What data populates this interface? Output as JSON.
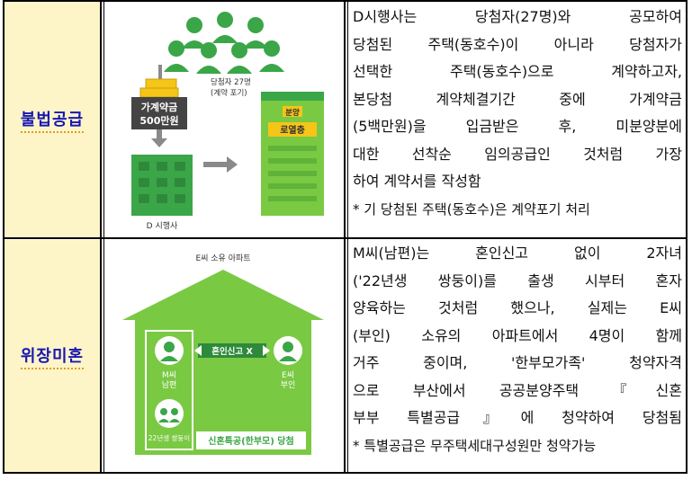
{
  "rows": [
    {
      "category": "불법공급",
      "illustration": {
        "winners_label": "당첨자 27명",
        "winners_sub": "(계약 포기)",
        "money_label_1": "가계약금",
        "money_label_2": "500만원",
        "building_label": "D 시행사",
        "sale_badge": "분양",
        "floor_badge": "로열층"
      },
      "lines": [
        "D시행사는 당첨자(27명)와 공모하여",
        "당첨된 주택(동호수)이 아니라 당첨자가",
        "선택한 주택(동호수)으로 계약하고자,",
        "본당첨 계약체결기간 중에 가계약금",
        "(5백만원)을 입금받은 후, 미분양분에",
        "대한 선착순 임의공급인 것처럼 가장",
        "하여 계약서를 작성함"
      ],
      "note": "* 기 당첨된 주택(동호수)은 계약포기 처리"
    },
    {
      "category": "위장미혼",
      "illustration": {
        "house_label": "E씨 소유 아파트",
        "marriage_label": "혼인신고 X",
        "m_name": "M씨",
        "m_role": "남편",
        "e_name": "E씨",
        "e_role": "부인",
        "twins_label": "22년생 쌍둥이",
        "win_label": "신혼특공(한부모) 당첨"
      },
      "lines": [
        "M씨(남편)는 혼인신고 없이 2자녀",
        "('22년생 쌍둥이)를 출생 시부터 혼자",
        "양육하는 것처럼 했으나, 실제는 E씨",
        "(부인) 소유의 아파트에서 4명이 함께",
        "거주 중이며, '한부모가족' 청약자격",
        "으로 부산에서 공공분양주택 『신혼",
        "부부 특별공급』에 청약하여 당첨됨"
      ],
      "note": "* 특별공급은 무주택세대구성원만 청약가능"
    }
  ],
  "colors": {
    "category_bg": "#fdf5c8",
    "category_text": "#1717b3",
    "green_dark": "#3aa648",
    "green_light": "#7ac943",
    "gold": "#f5c518"
  }
}
